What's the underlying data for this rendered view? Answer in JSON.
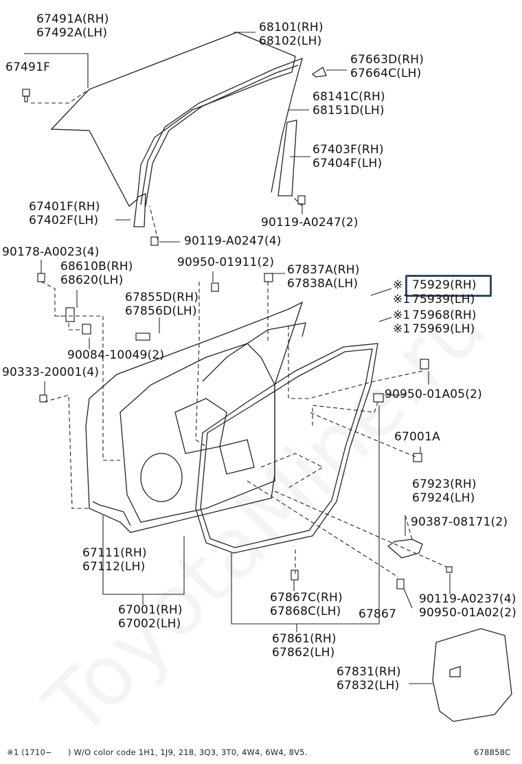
{
  "watermark": "ToyotaMine.ru",
  "labels": {
    "p67491A": "67491A(RH)",
    "p67492A": "67492A(LH)",
    "p67491F": "67491F",
    "p68101": "68101(RH)",
    "p68102": "68102(LH)",
    "p67663D": "67663D(RH)",
    "p67664C": "67664C(LH)",
    "p68141C": "68141C(RH)",
    "p68151D": "68151D(LH)",
    "p67403F": "67403F(RH)",
    "p67404F": "67404F(LH)",
    "p90119a": "90119-A0247(2)",
    "p67401F": "67401F(RH)",
    "p67402F": "67402F(LH)",
    "p90119b": "90119-A0247(4)",
    "p90178": "90178-A0023(4)",
    "p68610B": "68610B(RH)",
    "p68620": "68620(LH)",
    "p90950a": "90950-01911(2)",
    "p67837A": "67837A(RH)",
    "p67838A": "67838A(LH)",
    "p67855D": "67855D(RH)",
    "p67856D": "67856D(LH)",
    "p75929": "75929(RH)",
    "p75939": "75939(LH)",
    "p75968": "75968(RH)",
    "p75969": "75969(LH)",
    "ref1": "※",
    "ref2": "※1",
    "ref3": "※1",
    "ref4": "※1",
    "p90084": "90084-10049(2)",
    "p90333": "90333-20001(4)",
    "p90950b": "90950-01A05(2)",
    "p67001A": "67001A",
    "p67923": "67923(RH)",
    "p67924": "67924(LH)",
    "p90387": "90387-08171(2)",
    "p67111": "67111(RH)",
    "p67112": "67112(LH)",
    "p67001": "67001(RH)",
    "p67002": "67002(LH)",
    "p67867C": "67867C(RH)",
    "p67868C": "67868C(LH)",
    "p67867": "67867",
    "p90119c": "90119-A0237(4)",
    "p90950c": "90950-01A02(2)",
    "p67861": "67861(RH)",
    "p67862": "67862(LH)",
    "p67831": "67831(RH)",
    "p67832": "67832(LH)"
  },
  "footnote": "※1 (1710−      ) W/O color code 1H1, 1J9, 218, 3Q3, 3T0, 4W4, 6W4, 8V5.",
  "diagram_code": "678858C",
  "highlight_color": "#34495e"
}
